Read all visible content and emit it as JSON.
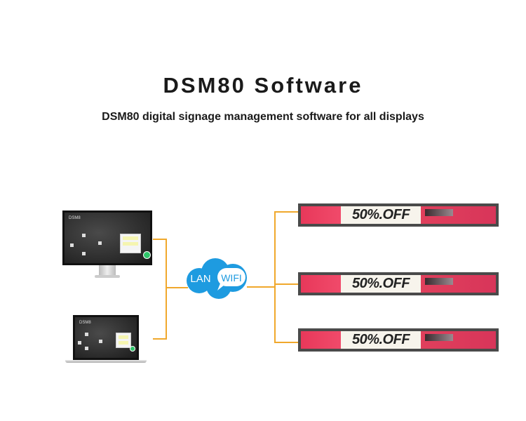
{
  "title": "DSM80 Software",
  "subtitle": "DSM80 digital signage management software for all displays",
  "monitor": {
    "screen_title": "DSM8"
  },
  "laptop": {
    "screen_title": "DSM8"
  },
  "network": {
    "lan": "LAN",
    "wifi": "WIFI"
  },
  "displays": [
    {
      "text": "50%.OFF"
    },
    {
      "text": "50%.OFF"
    },
    {
      "text": "50%.OFF"
    }
  ],
  "colors": {
    "connector": "#f0a82c",
    "cloud": "#1e9be0",
    "display": "#e8385a"
  }
}
